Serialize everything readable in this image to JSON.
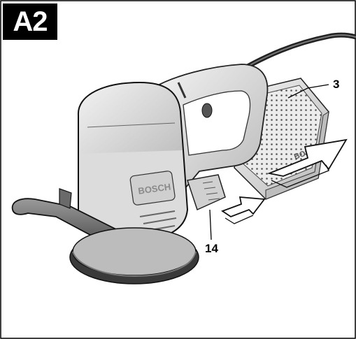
{
  "figure": {
    "label": "A2",
    "callouts": [
      {
        "id": "3"
      },
      {
        "id": "14"
      }
    ]
  },
  "device": {
    "brand_marking": "BOSCH"
  },
  "colors": {
    "ink": "#000000",
    "body_light": "#e6e6e6",
    "body_mid": "#c8c8c8",
    "body_dark": "#8c8c8c",
    "arrow_fill": "#ffffff"
  }
}
